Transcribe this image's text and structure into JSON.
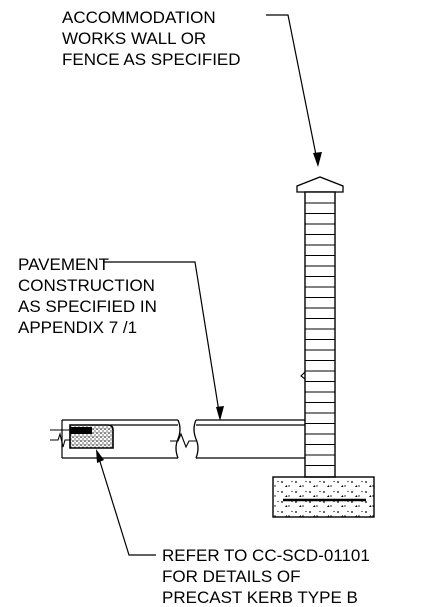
{
  "labels": {
    "wall": [
      "ACCOMMODATION",
      "WORKS WALL OR",
      "FENCE AS SPECIFIED"
    ],
    "pavement": [
      "PAVEMENT",
      "CONSTRUCTION",
      "AS SPECIFIED IN",
      "APPENDIX 7 /1"
    ],
    "kerb": [
      "REFER TO CC-SCD-01101",
      "FOR DETAILS OF",
      "PRECAST KERB TYPE B"
    ]
  },
  "colors": {
    "line": "#000000",
    "background": "#ffffff"
  }
}
